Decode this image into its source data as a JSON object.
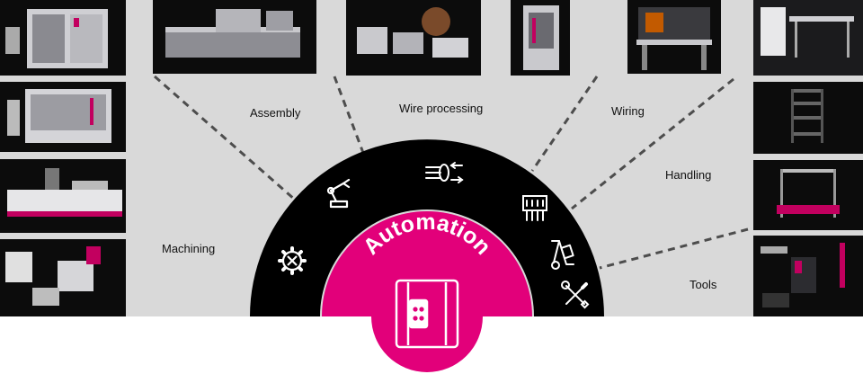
{
  "center": {
    "title": "Automation"
  },
  "labels": {
    "assembly": "Assembly",
    "wire_processing": "Wire processing",
    "wiring": "Wiring",
    "handling": "Handling",
    "machining": "Machining",
    "tools": "Tools"
  },
  "colors": {
    "brand": "#e2007a",
    "ring": "#000000",
    "background": "#d9d9d9",
    "connector": "#4d4d4d"
  },
  "icons": [
    "gear-wrench-icon",
    "robot-arm-icon",
    "wire-stripping-icon",
    "terminal-block-icon",
    "hand-truck-icon",
    "wrench-screwdriver-icon",
    "enclosure-icon"
  ]
}
